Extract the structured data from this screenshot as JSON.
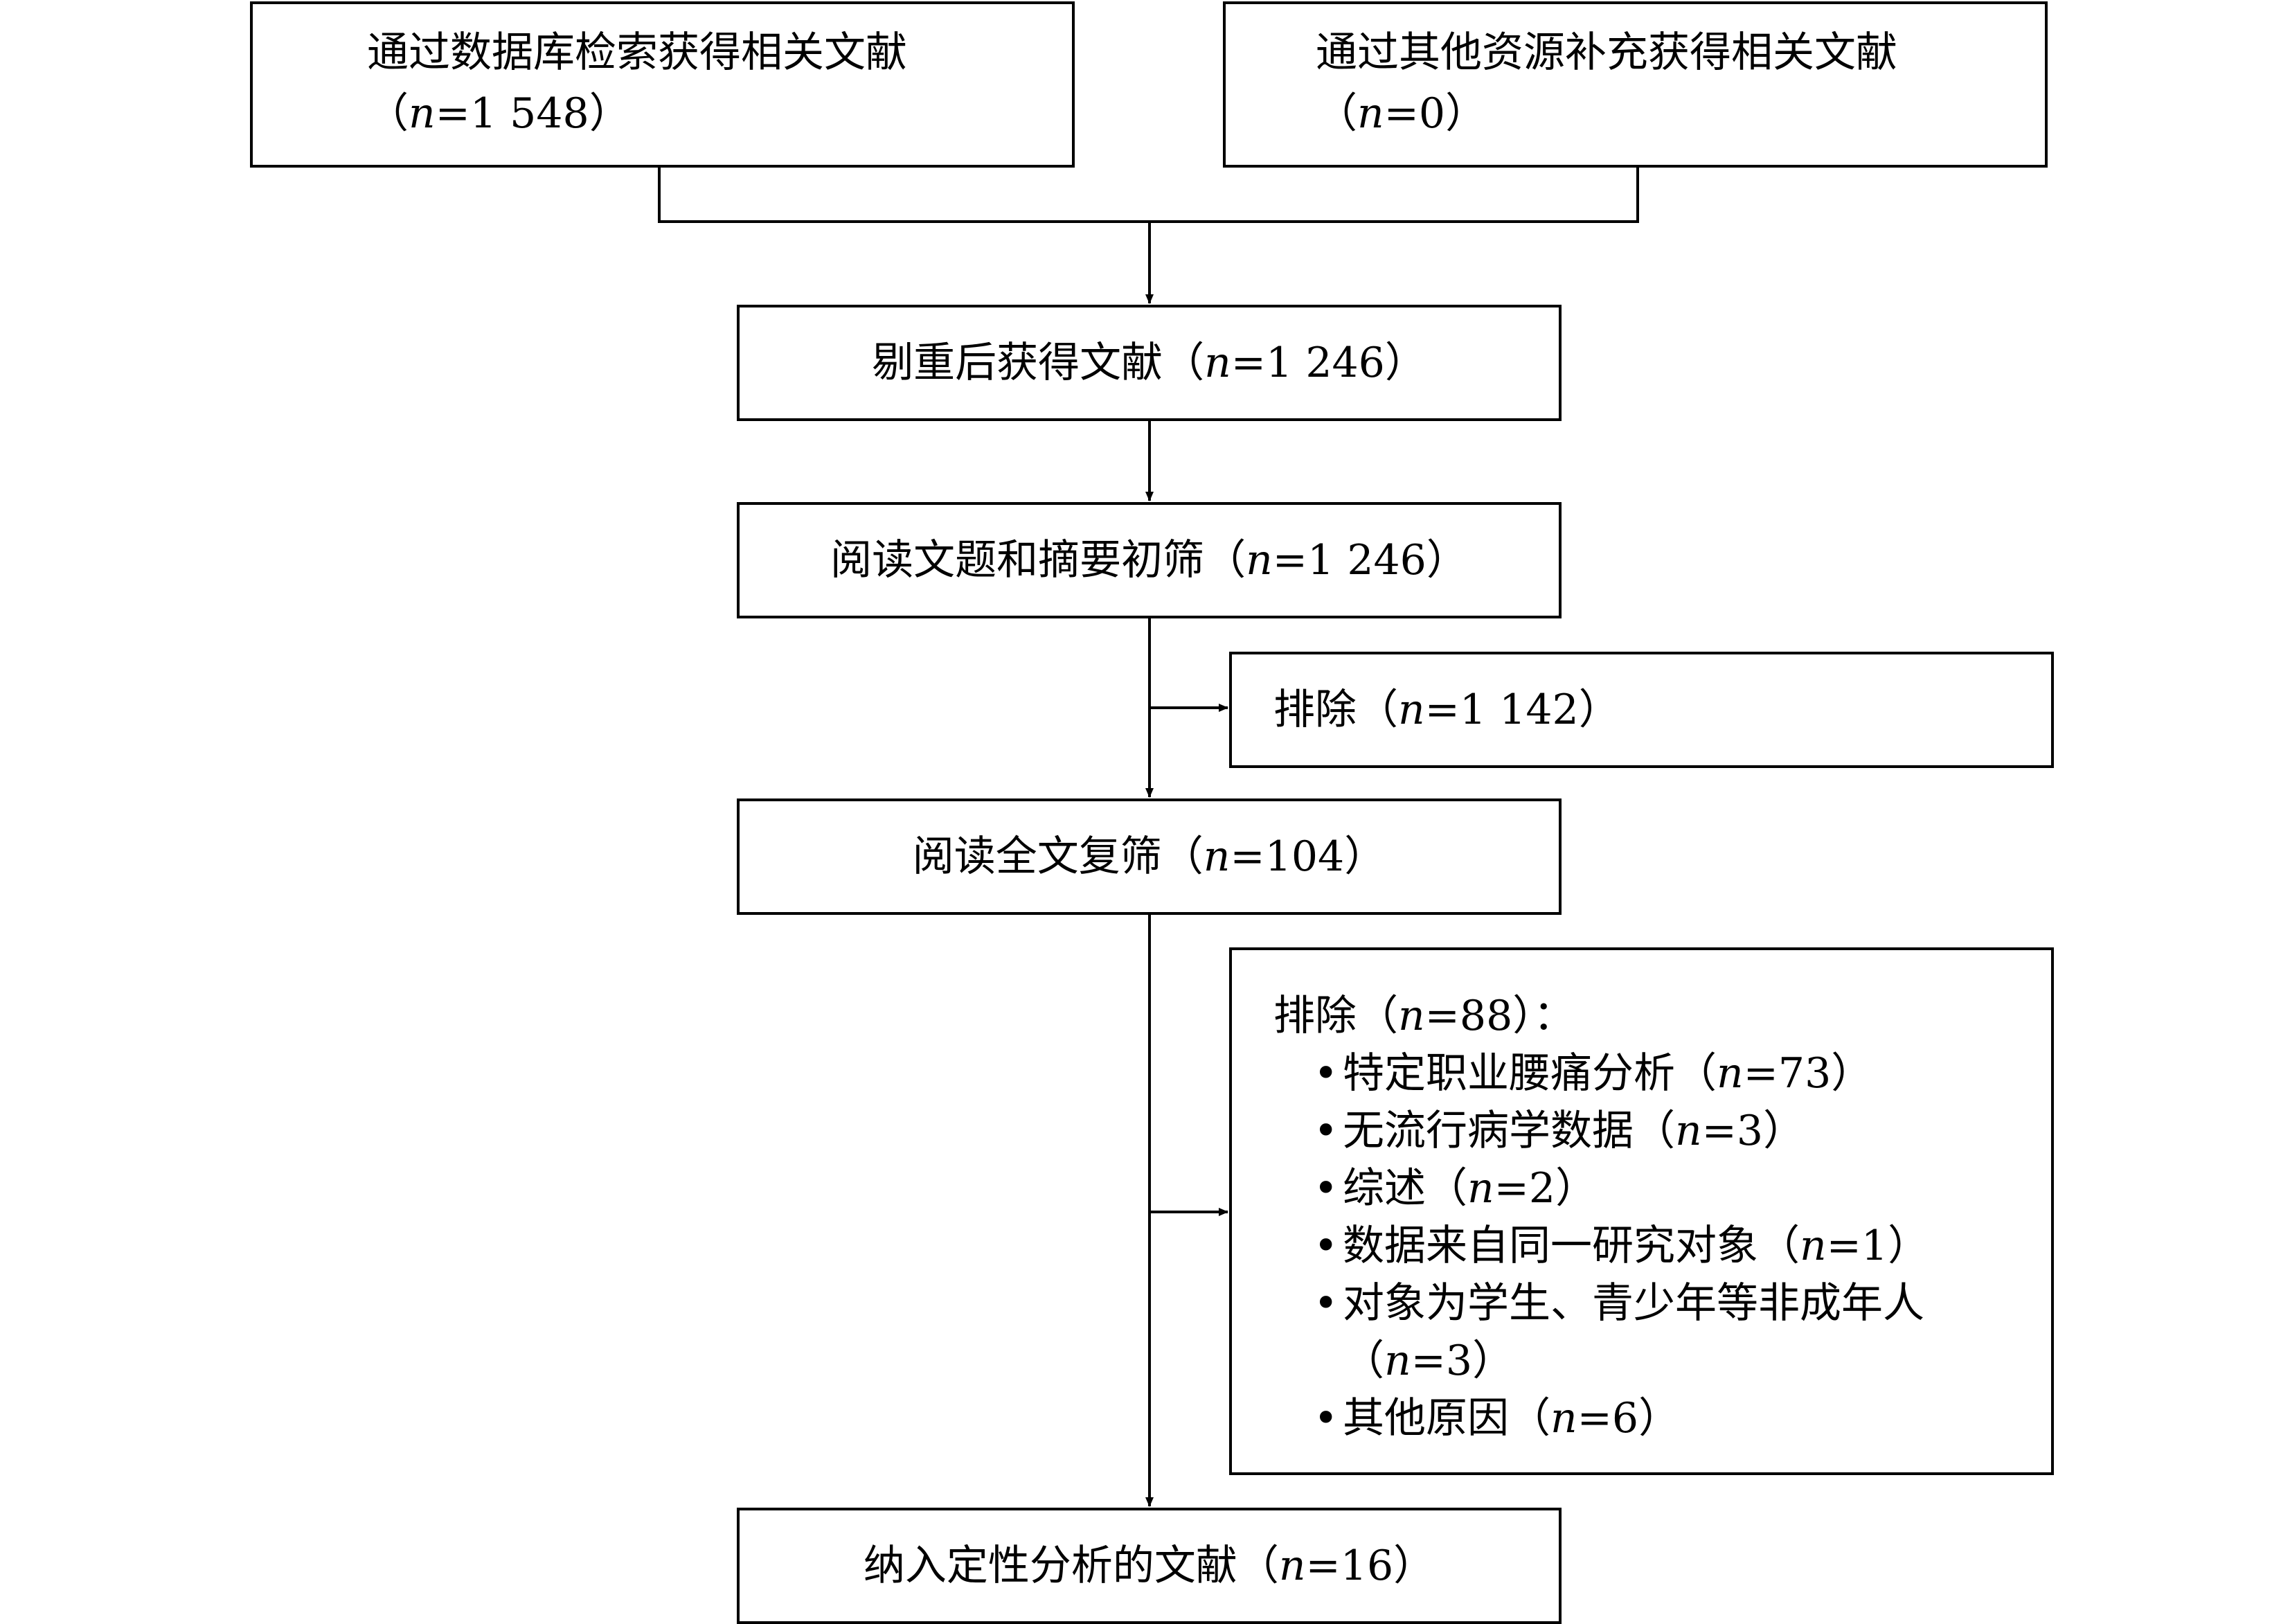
{
  "db_search": {
    "label": "通过数据库检索获得相关文献",
    "count_prefix": "（",
    "n": "n",
    "count": "=1 548）"
  },
  "other_sources": {
    "label": "通过其他资源补充获得相关文献",
    "count_prefix": "（",
    "n": "n",
    "count": "=0）"
  },
  "dedup": {
    "label": "剔重后获得文献（",
    "n": "n",
    "count": "=1 246）"
  },
  "title_abstract": {
    "label": "阅读文题和摘要初筛（",
    "n": "n",
    "count": "=1 246）"
  },
  "exclude_1": {
    "label": "排除（",
    "n": "n",
    "count": "=1 142）"
  },
  "fulltext": {
    "label": "阅读全文复筛（",
    "n": "n",
    "count": "=104）"
  },
  "exclude_2": {
    "label": "排除（",
    "n": "n",
    "count": "=88）：",
    "bullet": "•",
    "reasons": [
      {
        "label": "特定职业腰痛分析（",
        "n": "n",
        "count": "=73）"
      },
      {
        "label": "无流行病学数据（",
        "n": "n",
        "count": "=3）"
      },
      {
        "label": "综述（",
        "n": "n",
        "count": "=2）"
      },
      {
        "label": "数据来自同一研究对象（",
        "n": "n",
        "count": "=1）"
      },
      {
        "label": "对象为学生、青少年等非成年人",
        "label2_prefix": "（",
        "n": "n",
        "count": "=3）"
      },
      {
        "label": "其他原因（",
        "n": "n",
        "count": "=6）"
      }
    ]
  },
  "included": {
    "label": "纳入定性分析的文献（",
    "n": "n",
    "count": "=16）"
  }
}
